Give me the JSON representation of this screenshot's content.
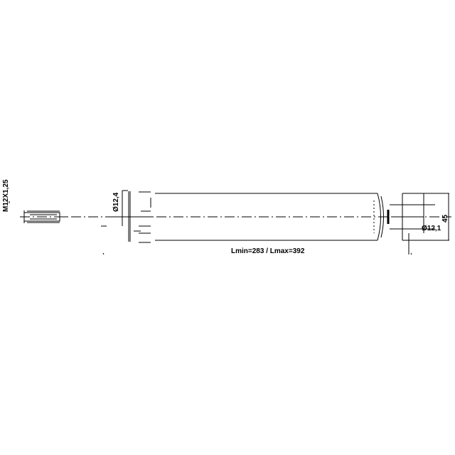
{
  "labels": {
    "thread": "M12X1,25",
    "rod_diameter": "Ø12,4",
    "eye_diameter": "Ø12,1",
    "eye_width": "45",
    "length": "Lmin=283 / Lmax=392"
  }
}
